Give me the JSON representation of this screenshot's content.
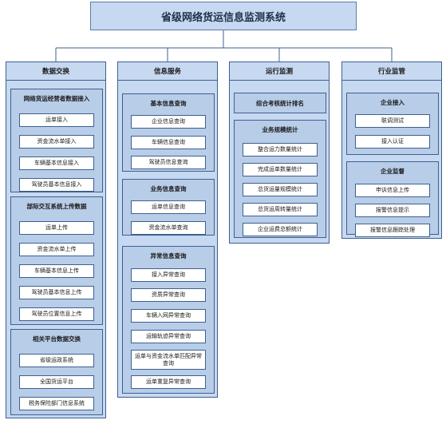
{
  "title": "省级网络货运信息监测系统",
  "colors": {
    "column_fill": "#c6d9f1",
    "group_fill": "#b8cde8",
    "border": "#3f5f8f",
    "leaf_fill": "#ffffff"
  },
  "columns": [
    {
      "label": "数据交换",
      "groups": [
        {
          "title": "网络货运经营者数据接入",
          "items": [
            "运单接入",
            "资金流水单接入",
            "车辆基本信息接入",
            "驾驶员基本信息接入"
          ]
        },
        {
          "title": "部际交互系统上传数据",
          "items": [
            "运单上传",
            "资金流水单上传",
            "车辆基本信息上传",
            "驾驶员基本信息上传",
            "驾驶员位置信息上传"
          ]
        },
        {
          "title": "相关平台数据交换",
          "items": [
            "省级运政系统",
            "全国货运平台",
            "税务保险部门信息系统"
          ]
        }
      ]
    },
    {
      "label": "信息服务",
      "groups": [
        {
          "title": "基本信息查询",
          "items": [
            "企业信息查询",
            "车辆信息查询",
            "驾驶员信息查询"
          ]
        },
        {
          "title": "业务信息查询",
          "items": [
            "运单信息查询",
            "资金流水单查询"
          ]
        },
        {
          "title": "异常信息查询",
          "items": [
            "接入异常查询",
            "资质异常查询",
            "车辆入网异常查询",
            "运输轨迹异常查询",
            "运单与资金流水单匹配异常查询",
            "运单重复异常查询"
          ]
        }
      ]
    },
    {
      "label": "运行监测",
      "groups": [
        {
          "title": "综合考核统计排名",
          "items": []
        },
        {
          "title": "业务规模统计",
          "items": [
            "整合运力数量统计",
            "完成运单数量统计",
            "总货运量规模统计",
            "总货运周转量统计",
            "企业运费总额统计"
          ]
        }
      ]
    },
    {
      "label": "行业监管",
      "groups": [
        {
          "title": "企业接入",
          "items": [
            "联调测试",
            "接入认证"
          ]
        },
        {
          "title": "企业监督",
          "items": [
            "申诉信息上传",
            "报警信息提示",
            "报警信息跟踪处理"
          ]
        }
      ]
    }
  ]
}
